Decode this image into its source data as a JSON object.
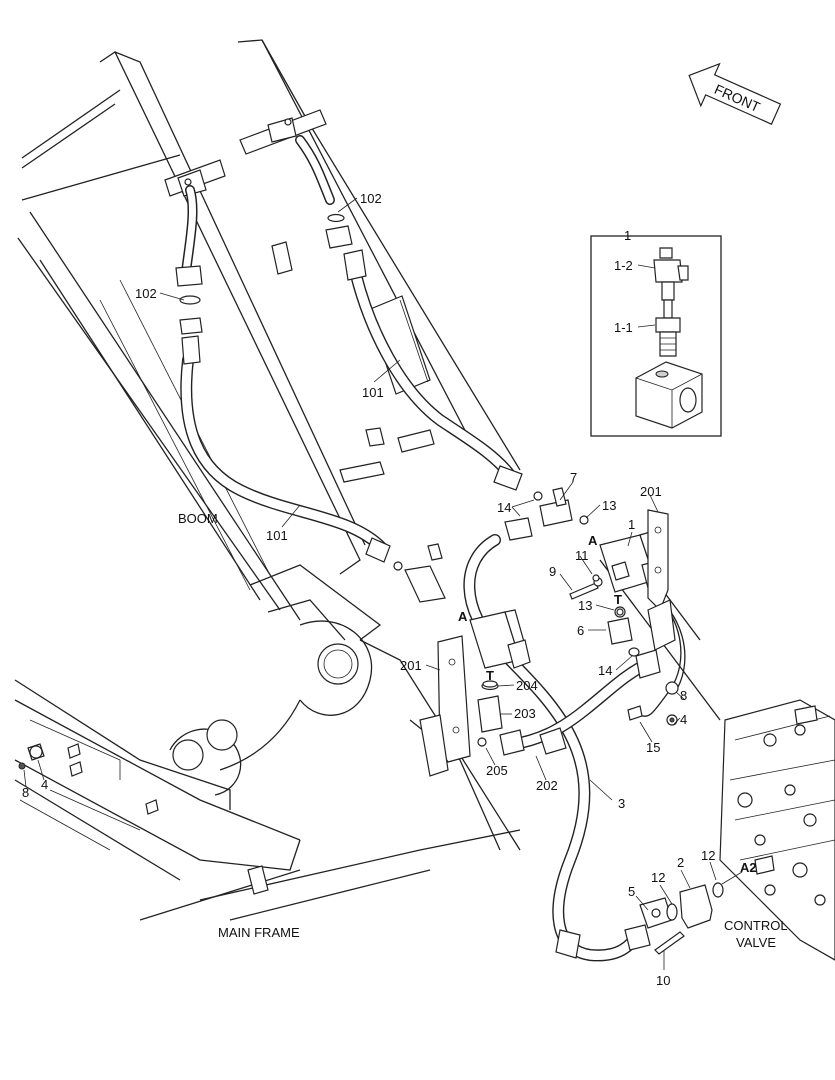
{
  "labels": {
    "front": "FRONT",
    "boom": "BOOM",
    "main_frame": "MAIN FRAME",
    "control_valve_line1": "CONTROL",
    "control_valve_line2": "VALVE",
    "port_a": "A",
    "port_t": "T",
    "port_a2": "A2"
  },
  "callouts": {
    "n1": "1",
    "n1_2": "1-2",
    "n1_1": "1-1",
    "n2": "2",
    "n3": "3",
    "n4": "4",
    "n5": "5",
    "n6": "6",
    "n7": "7",
    "n8": "8",
    "n9": "9",
    "n10": "10",
    "n11": "11",
    "n12": "12",
    "n13": "13",
    "n14": "14",
    "n15": "15",
    "n101": "101",
    "n102": "102",
    "n201": "201",
    "n202": "202",
    "n203": "203",
    "n204": "204",
    "n205": "205"
  },
  "colors": {
    "line": "#222222",
    "background": "#ffffff",
    "shade": "#cfcfcf"
  }
}
